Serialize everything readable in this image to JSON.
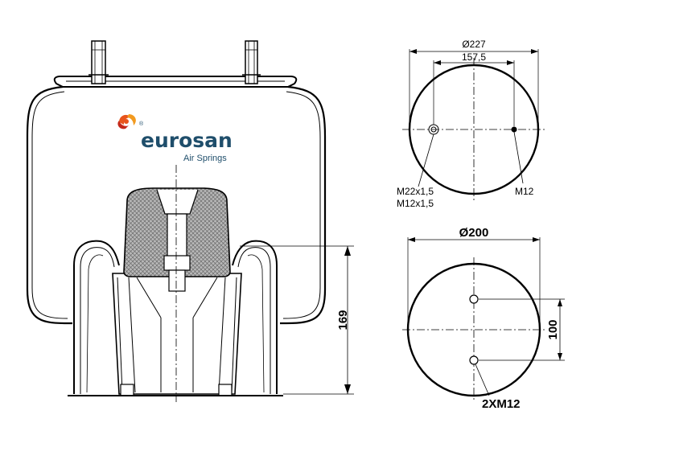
{
  "brand": {
    "name": "eurosan",
    "subtitle": "Air Springs",
    "registered": "®",
    "name_color": "#1f4e6b",
    "subtitle_color": "#1f4e6b",
    "logo_colors": [
      "#e8541c",
      "#f29a1f",
      "#c4281a"
    ]
  },
  "side_view": {
    "height_label": "169"
  },
  "top_view": {
    "outer_diameter": "Ø227",
    "bolt_spacing": "157,5",
    "thread_left_1": "M22x1,5",
    "thread_left_2": "M12x1,5",
    "thread_right": "M12"
  },
  "bottom_view": {
    "diameter": "Ø200",
    "hole_spacing": "100",
    "holes_label": "2XM12"
  }
}
